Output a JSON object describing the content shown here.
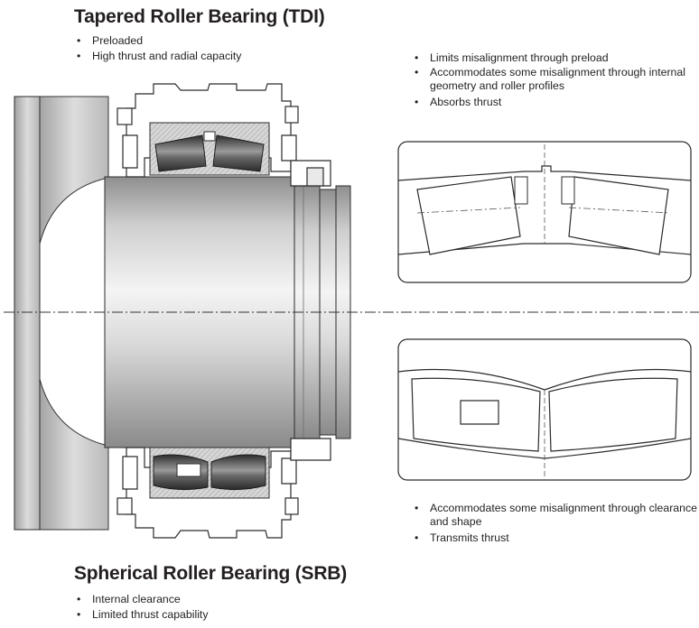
{
  "tdi": {
    "title": "Tapered Roller Bearing (TDI)",
    "bullets": [
      "Preloaded",
      "High thrust and radial capacity"
    ],
    "detail_bullets": [
      "Limits misalignment through preload",
      "Accommodates some misalignment through internal geometry and roller profiles",
      "Absorbs thrust"
    ]
  },
  "srb": {
    "title": "Spherical Roller Bearing (SRB)",
    "bullets": [
      "Internal clearance",
      "Limited thrust capability"
    ],
    "detail_bullets": [
      "Accommodates some misalignment through clearance and shape",
      "Transmits thrust"
    ]
  },
  "colors": {
    "steel_light": "#e6e6e6",
    "steel_mid": "#b9b9b9",
    "steel_dark": "#8a8a8a",
    "roller_dark": "#3a3a3a",
    "outline": "#2b2b2b",
    "housing": "#ffffff"
  }
}
